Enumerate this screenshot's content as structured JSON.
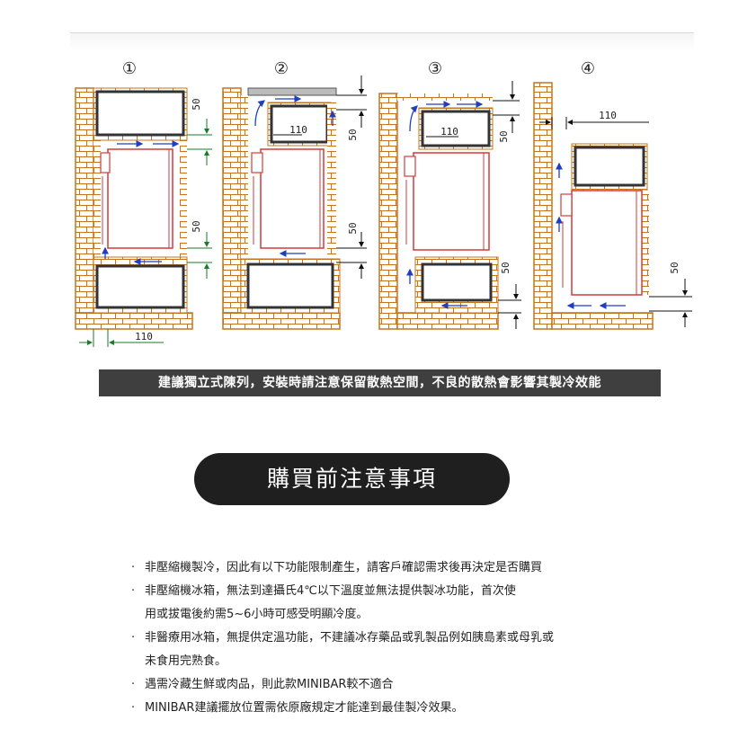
{
  "diagram": {
    "panels": [
      {
        "number": "①",
        "dims": {
          "top": "50",
          "side": "50",
          "bottom": "110"
        }
      },
      {
        "number": "②",
        "dims": {
          "top": "110",
          "side_top": "50",
          "side_bottom": "50"
        }
      },
      {
        "number": "③",
        "dims": {
          "top": "110",
          "side_top": "50",
          "side_bottom": "50"
        }
      },
      {
        "number": "④",
        "dims": {
          "top": "110",
          "side": "50"
        }
      }
    ],
    "colors": {
      "brick": "#c4741f",
      "cabinet": "#333333",
      "fridge": "#d23a3a",
      "airflow": "#1f3fbf",
      "dimension": "#1a7a2a"
    }
  },
  "banner": {
    "text": "建議獨立式陳列，安裝時請注意保留散熱空間，不良的散熱會影響其製冷效能"
  },
  "notice": {
    "title": "購買前注意事項"
  },
  "notes": [
    {
      "bullet": "·",
      "lines": [
        "非壓縮機製冷，因此有以下功能限制產生，請客戶確認需求後再決定是否購買"
      ]
    },
    {
      "bullet": "·",
      "lines": [
        "非壓縮機冰箱，無法到達攝氏4℃以下溫度並無法提供製冰功能，首次使",
        "用或拔電後約需5~6小時可感受明顯冷度。"
      ]
    },
    {
      "bullet": "·",
      "lines": [
        "非醫療用冰箱，無提供定溫功能，不建議冰存藥品或乳製品例如胰島素或母乳或",
        "未食用完熟食。"
      ]
    },
    {
      "bullet": "·",
      "lines": [
        "遇需冷藏生鮮或肉品，則此款MINIBAR較不適合"
      ]
    },
    {
      "bullet": "·",
      "lines": [
        "MINIBAR建議擺放位置需依原廠規定才能達到最佳製冷效果。"
      ]
    }
  ]
}
